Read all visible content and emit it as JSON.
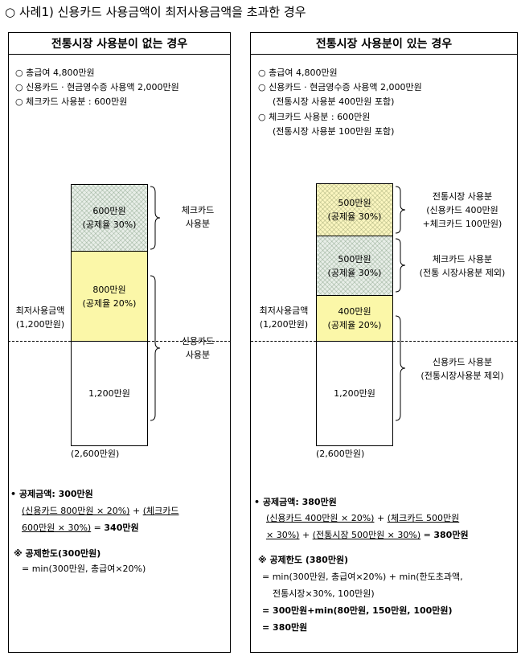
{
  "title": "○ 사례1) 신용카드 사용금액이 최저사용금액을 초과한 경우",
  "left": {
    "header": "전통시장 사용분이 없는 경우",
    "bullets": [
      "○  총급여  4,800만원",
      "○  신용카드 · 현금영수증  사용액  2,000만원",
      "○  체크카드 사용분 : 600만원"
    ],
    "blocks": [
      {
        "amount": "600만원",
        "rate": "(공제율  30%)"
      },
      {
        "amount": "800만원",
        "rate": "(공제율  20%)"
      },
      {
        "amount": "1,200만원"
      }
    ],
    "brace_labels": {
      "check_l1": "체크카드",
      "check_l2": "사용분",
      "credit_l1": "신용카드",
      "credit_l2": "사용분"
    },
    "min_label_1": "최저사용금액",
    "min_label_2": "(1,200만원)",
    "total": "(2,600만원)",
    "deduction_title_prefix": "• 공제금액:  ",
    "deduction_title_amount": "300만원",
    "deduction_line1_a": "(신용카드  800만원  ×  20%)",
    "deduction_line1_plus": "  +   ",
    "deduction_line1_b": "(체크카드",
    "deduction_line2_a": "600만원  ×  30%)",
    "deduction_line2_eq": "  =  ",
    "deduction_line2_result": "340만원",
    "limit_title": "※  공제한도(300만원)",
    "limit_line": "=  min(300만원,  총급여×20%)"
  },
  "right": {
    "header": "전통시장 사용분이 있는 경우",
    "bullets": [
      "○  총급여  4,800만원",
      "○  신용카드 · 현금영수증  사용액  2,000만원",
      "(전통시장  사용분  400만원  포함)",
      "○  체크카드 사용분 : 600만원",
      "(전통시장  사용분  100만원  포함)"
    ],
    "blocks": [
      {
        "amount": "500만원",
        "rate": "(공제율  30%)"
      },
      {
        "amount": "500만원",
        "rate": "(공제율  30%)"
      },
      {
        "amount": "400만원",
        "rate": "(공제율  20%)"
      },
      {
        "amount": "1,200만원"
      }
    ],
    "brace_labels": {
      "market_l1": "전통시장  사용분",
      "market_l2": "(신용카드  400만원",
      "market_l3": "+체크카드  100만원)",
      "check_l1": "체크카드  사용분",
      "check_l2": "(전통  시장사용분  제외)",
      "credit_l1": "신용카드  사용분",
      "credit_l2": "(전통시장사용분  제외)"
    },
    "min_label_1": "최저사용금액",
    "min_label_2": "(1,200만원)",
    "total": "(2,600만원)",
    "deduction_title_prefix": "• 공제금액:  ",
    "deduction_title_amount": "380만원",
    "deduction_line1_a": "(신용카드  400만원  ×  20%)",
    "deduction_line1_plus": "  +   ",
    "deduction_line1_b": "(체크카드  500만원",
    "deduction_line2_a": "×  30%)",
    "deduction_line2_plus": "  +  ",
    "deduction_line2_b": "(전통시장  500만원  ×  30%)",
    "deduction_line2_eq": "  =  ",
    "deduction_line2_result": "380만원",
    "limit_title": "※  공제한도  (380만원)",
    "limit_line1": "=  min(300만원,  총급여×20%)  +  min(한도초과액,",
    "limit_line2": "전통시장×30%,  100만원)",
    "limit_line3": "=     300만원+min(80만원,  150만원,  100만원)",
    "limit_line4": "=     380만원"
  }
}
